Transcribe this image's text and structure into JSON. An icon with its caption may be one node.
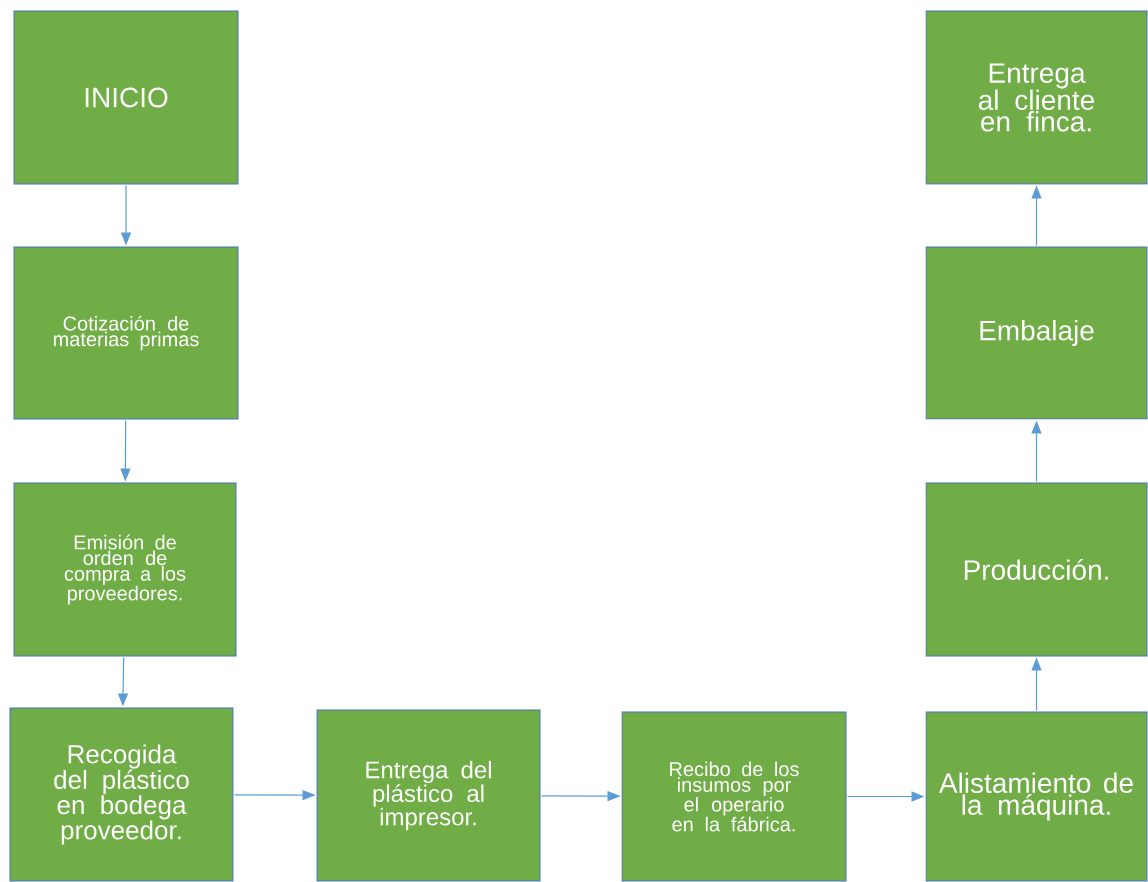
{
  "diagram": {
    "nodes": [
      {
        "text": [
          "INICIO"
        ]
      },
      {
        "text": [
          "Cotización de materias primas"
        ]
      },
      {
        "text": [
          "Emisión de orden de compra a los proveedores."
        ]
      },
      {
        "text": [
          "Recogida del plástico en bodega proveedor."
        ]
      },
      {
        "text": [
          "Entrega del plástico al impresor."
        ]
      },
      {
        "text": [
          "Recibo de los insumos por el operario en la fábrica."
        ]
      },
      {
        "text": [
          "Alistamiento de la máquina."
        ]
      },
      {
        "text": [
          "Producción."
        ]
      },
      {
        "text": [
          "Embalaje"
        ]
      },
      {
        "text": [
          "Entrega al cliente en finca."
        ]
      }
    ],
    "edges": [
      {
        "from": 0,
        "to": 1,
        "arrow": "to"
      },
      {
        "from": 1,
        "to": 2,
        "arrow": "to"
      },
      {
        "from": 2,
        "to": 3,
        "arrow": "to"
      },
      {
        "from": 3,
        "to": 4,
        "arrow": "to"
      },
      {
        "from": 4,
        "to": 5,
        "arrow": "to"
      },
      {
        "from": 5,
        "to": 6,
        "arrow": "to"
      },
      {
        "from": 6,
        "to": 7,
        "arrow": "to"
      },
      {
        "from": 7,
        "to": 8,
        "arrow": "to"
      },
      {
        "from": 8,
        "to": 9,
        "arrow": "to"
      }
    ]
  }
}
